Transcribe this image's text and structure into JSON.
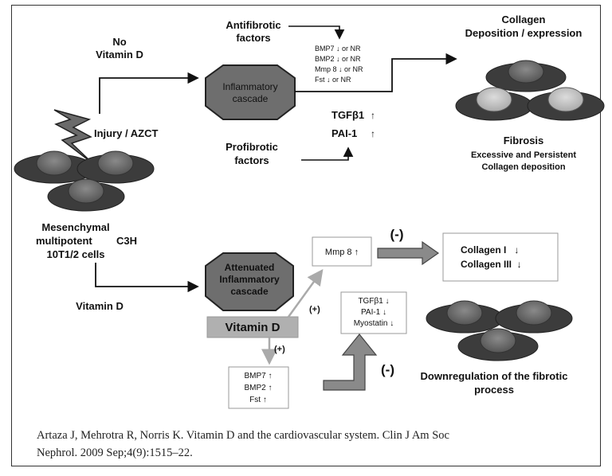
{
  "top": {
    "no_vitamin_d_1": "No",
    "no_vitamin_d_2": "Vitamin D",
    "injury": "Injury / AZCT",
    "antifibrotic_1": "Antifibrotic",
    "antifibrotic_2": "factors",
    "profibrotic_1": "Profibrotic",
    "profibrotic_2": "factors",
    "inflammatory_1": "Inflammatory",
    "inflammatory_2": "cascade",
    "anti_list": [
      "BMP7 ↓ or NR",
      "BMP2 ↓ or NR",
      "Mmp 8 ↓ or NR",
      "Fst ↓ or NR"
    ],
    "tgf": "TGFβ1",
    "pai": "PAI-1",
    "up": "↑",
    "collagen_1": "Collagen",
    "collagen_2": "Deposition / expression",
    "fibrosis": "Fibrosis",
    "fibrosis_sub_1": "Excessive and Persistent",
    "fibrosis_sub_2": "Collagen deposition"
  },
  "cells": {
    "label_1": "Mesenchymal",
    "label_2": "multipotent",
    "label_2b": "C3H",
    "label_3": "10T1/2 cells"
  },
  "bottom": {
    "vitamin_d": "Vitamin D",
    "attenuated_1": "Attenuated",
    "attenuated_2": "Inflammatory",
    "attenuated_3": "cascade",
    "vitd_bar": "Vitamin D",
    "plus": "(+)",
    "minus": "(-)",
    "mmp8": "Mmp 8 ↑",
    "collagen_box": [
      "Collagen I   ↓",
      "Collagen III  ↓"
    ],
    "mid_box": [
      "TGFβ1 ↓",
      "PAI-1 ↓",
      "Myostatin ↓"
    ],
    "low_box": [
      "BMP7 ↑",
      "BMP2 ↑",
      "Fst ↑"
    ],
    "down_1": "Downregulation of the fibrotic",
    "down_2": "process"
  },
  "caption": {
    "line_1": "Artaza J, Mehrotra R, Norris K. Vitamin D and the cardiovascular system. Clin J Am Soc",
    "line_2": "Nephrol. 2009 Sep;4(9):1515–22."
  }
}
